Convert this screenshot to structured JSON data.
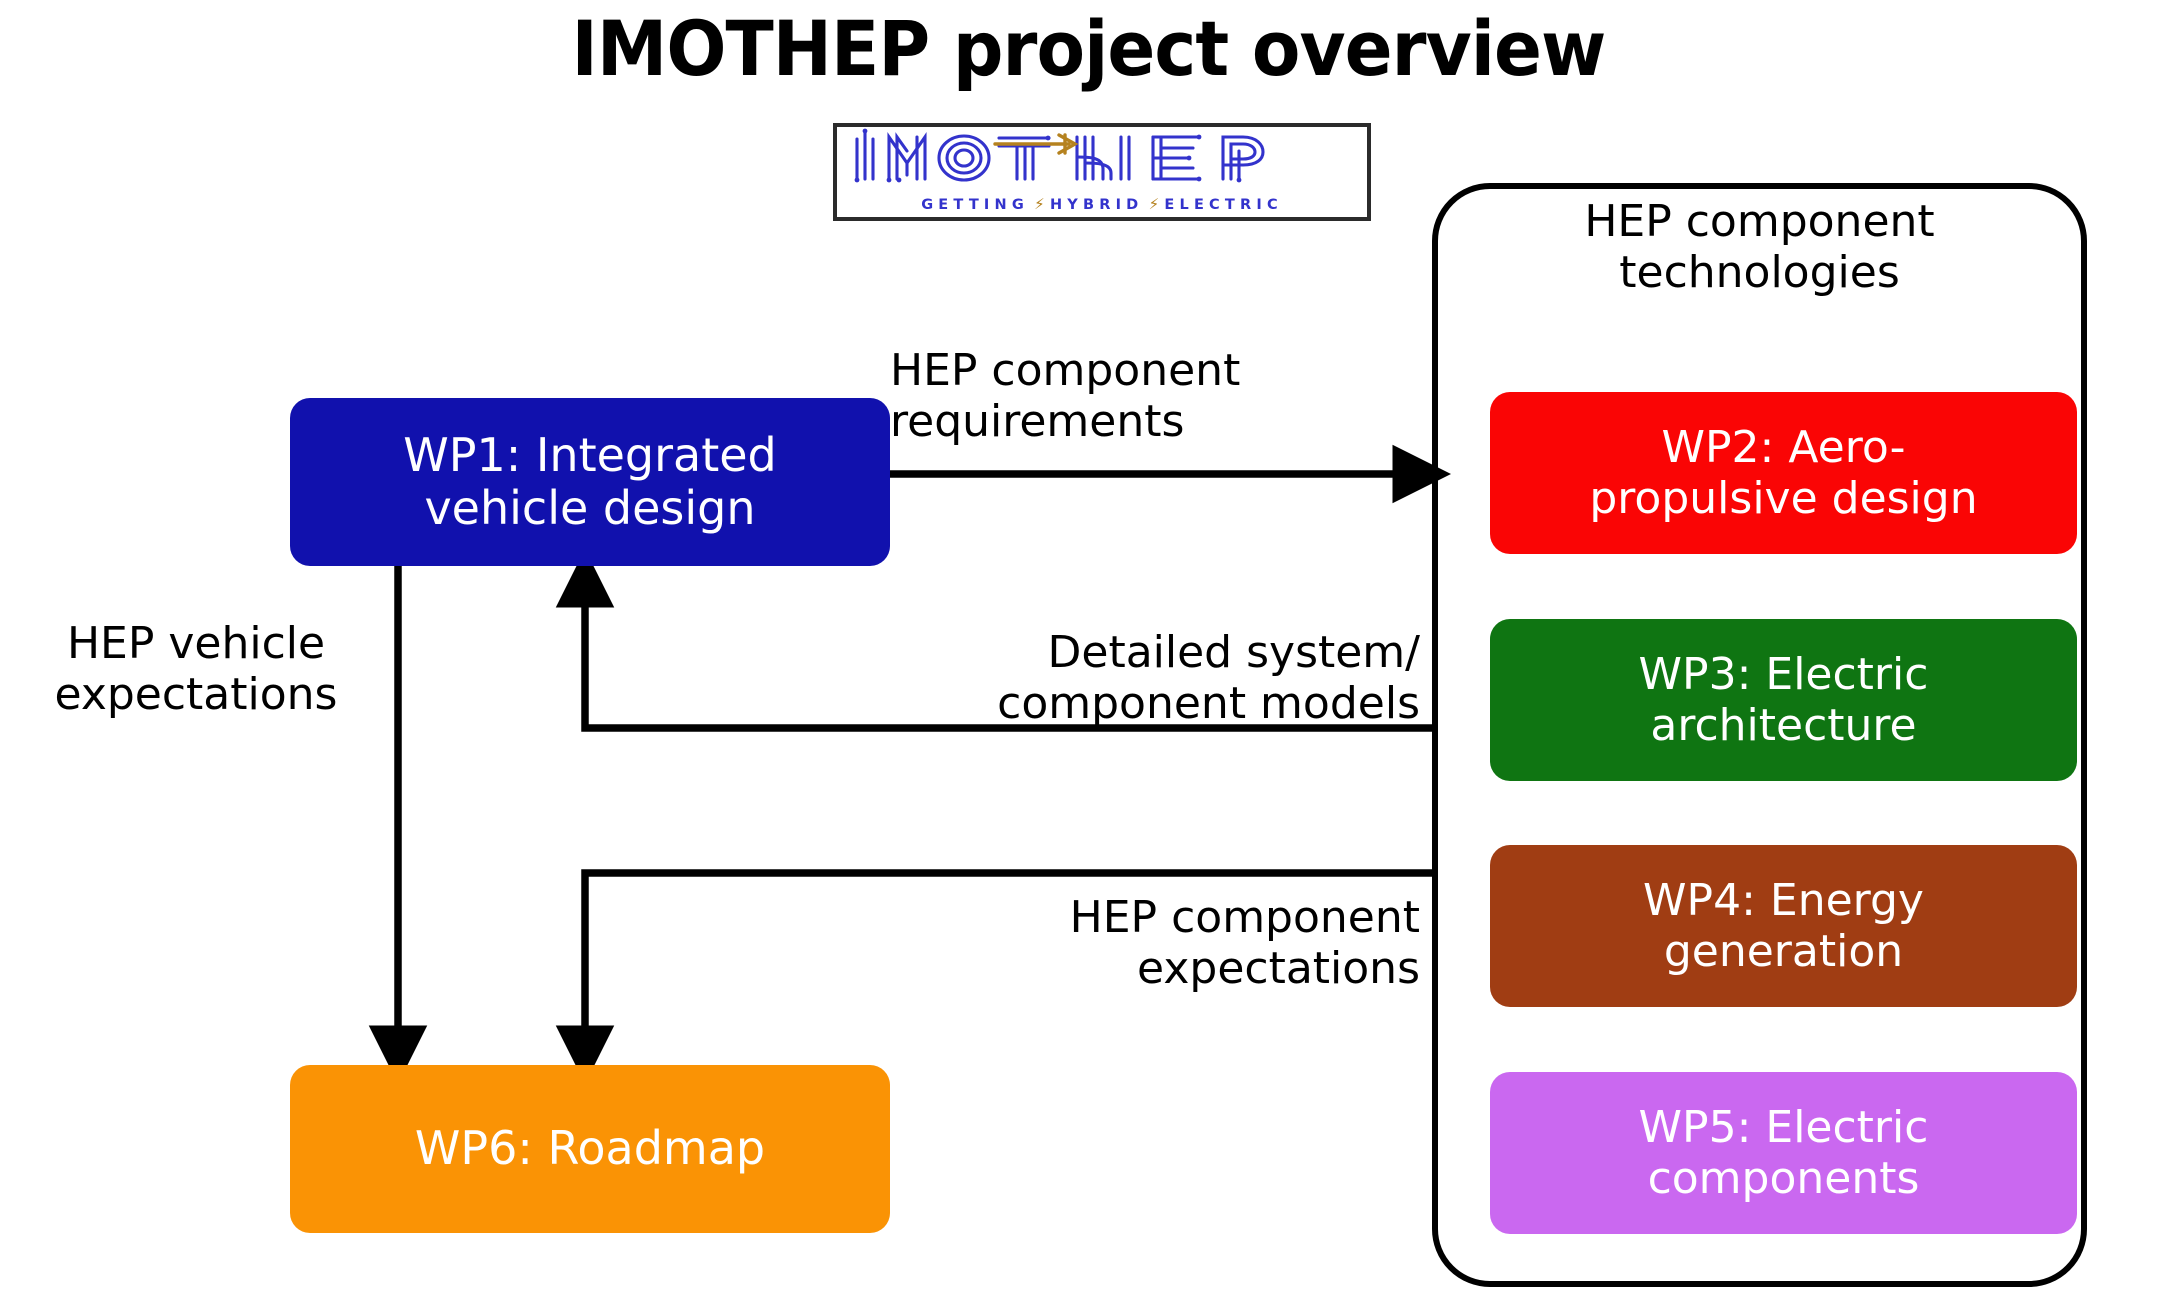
{
  "page": {
    "title": "IMOTHEP project overview"
  },
  "logo": {
    "wordmark": "IMOTHEP",
    "tagline_words": [
      "GETTING",
      "HYBRID",
      "ELECTRIC"
    ],
    "tagline_separator": "⌁",
    "tagline": "GETTING ⌁ HYBRID ⌁ ELECTRIC",
    "wordmark_color": "#3333cc",
    "accent_color": "#b5821f",
    "border_color": "#2b2b2b"
  },
  "container": {
    "title": "HEP component\ntechnologies",
    "title_line1": "HEP component",
    "title_line2": "technologies",
    "border_color": "#000000"
  },
  "workpackages": [
    {
      "id": "wp1",
      "label": "WP1: Integrated\nvehicle design",
      "line1": "WP1: Integrated",
      "line2": "vehicle design",
      "color": "#1111ad",
      "text_color": "#ffffff"
    },
    {
      "id": "wp2",
      "label": "WP2: Aero-\npropulsive design",
      "line1": "WP2: Aero-",
      "line2": "propulsive design",
      "color": "#fa0505",
      "text_color": "#ffffff"
    },
    {
      "id": "wp3",
      "label": "WP3: Electric\narchitecture",
      "line1": "WP3: Electric",
      "line2": "architecture",
      "color": "#0f7512",
      "text_color": "#ffffff"
    },
    {
      "id": "wp4",
      "label": "WP4: Energy\ngeneration",
      "line1": "WP4: Energy",
      "line2": "generation",
      "color": "#a03d13",
      "text_color": "#ffffff"
    },
    {
      "id": "wp5",
      "label": "WP5: Electric\ncomponents",
      "line1": "WP5: Electric",
      "line2": "components",
      "color": "#ca68f0",
      "text_color": "#ffffff"
    },
    {
      "id": "wp6",
      "label": "WP6: Roadmap",
      "line1": "WP6: Roadmap",
      "line2": "",
      "color": "#fa9305",
      "text_color": "#ffffff"
    }
  ],
  "connectors": [
    {
      "id": "hep-component-requirements",
      "label": "HEP component\nrequirements",
      "line1": "HEP component",
      "line2": "requirements",
      "from": "wp1",
      "to": "hep-container",
      "direction": "right"
    },
    {
      "id": "hep-vehicle-expectations",
      "label": "HEP vehicle\nexpectations",
      "line1": "HEP vehicle",
      "line2": "expectations",
      "from": "wp1",
      "to": "wp6",
      "direction": "down"
    },
    {
      "id": "detailed-system-component-models",
      "label": "Detailed system/\ncomponent models",
      "line1": "Detailed system/",
      "line2": "component models",
      "from": "hep-container",
      "to": "wp1",
      "direction": "left-up"
    },
    {
      "id": "hep-component-expectations",
      "label": "HEP component\nexpectations",
      "line1": "HEP component",
      "line2": "expectations",
      "from": "hep-container",
      "to": "wp6",
      "direction": "left-down"
    }
  ],
  "style": {
    "background": "#ffffff",
    "wire_color": "#000000"
  }
}
